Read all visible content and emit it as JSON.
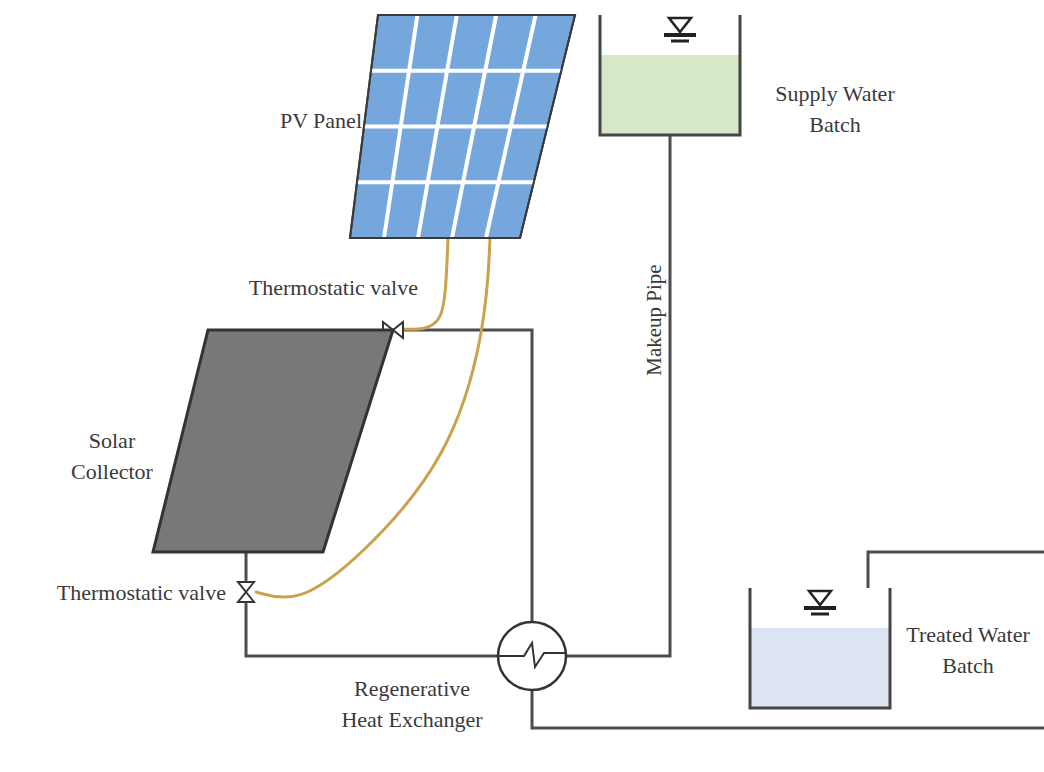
{
  "diagram": {
    "nodes": [
      {
        "text": [
          "PV Panel"
        ]
      },
      {
        "text": [
          "Supply Water Batch"
        ]
      },
      {
        "text": [
          "Thermostatic valve"
        ]
      },
      {
        "text": [
          "Solar Collector"
        ]
      },
      {
        "text": [
          "Thermostatic valve"
        ]
      },
      {
        "text": [
          "Regenerative Heat Exchanger"
        ]
      },
      {
        "text": [
          "Treated Water Batch"
        ]
      }
    ],
    "edges": [
      {
        "from": 1,
        "to": 5,
        "arrow": "none",
        "label": "Makeup Pipe"
      },
      {
        "from": 2,
        "to": 5,
        "arrow": "none"
      },
      {
        "from": 3,
        "to": 4,
        "arrow": "none"
      },
      {
        "from": 4,
        "to": 5,
        "arrow": "none"
      },
      {
        "from": 0,
        "to": 2,
        "arrow": "none"
      },
      {
        "from": 0,
        "to": 4,
        "arrow": "none"
      }
    ]
  }
}
